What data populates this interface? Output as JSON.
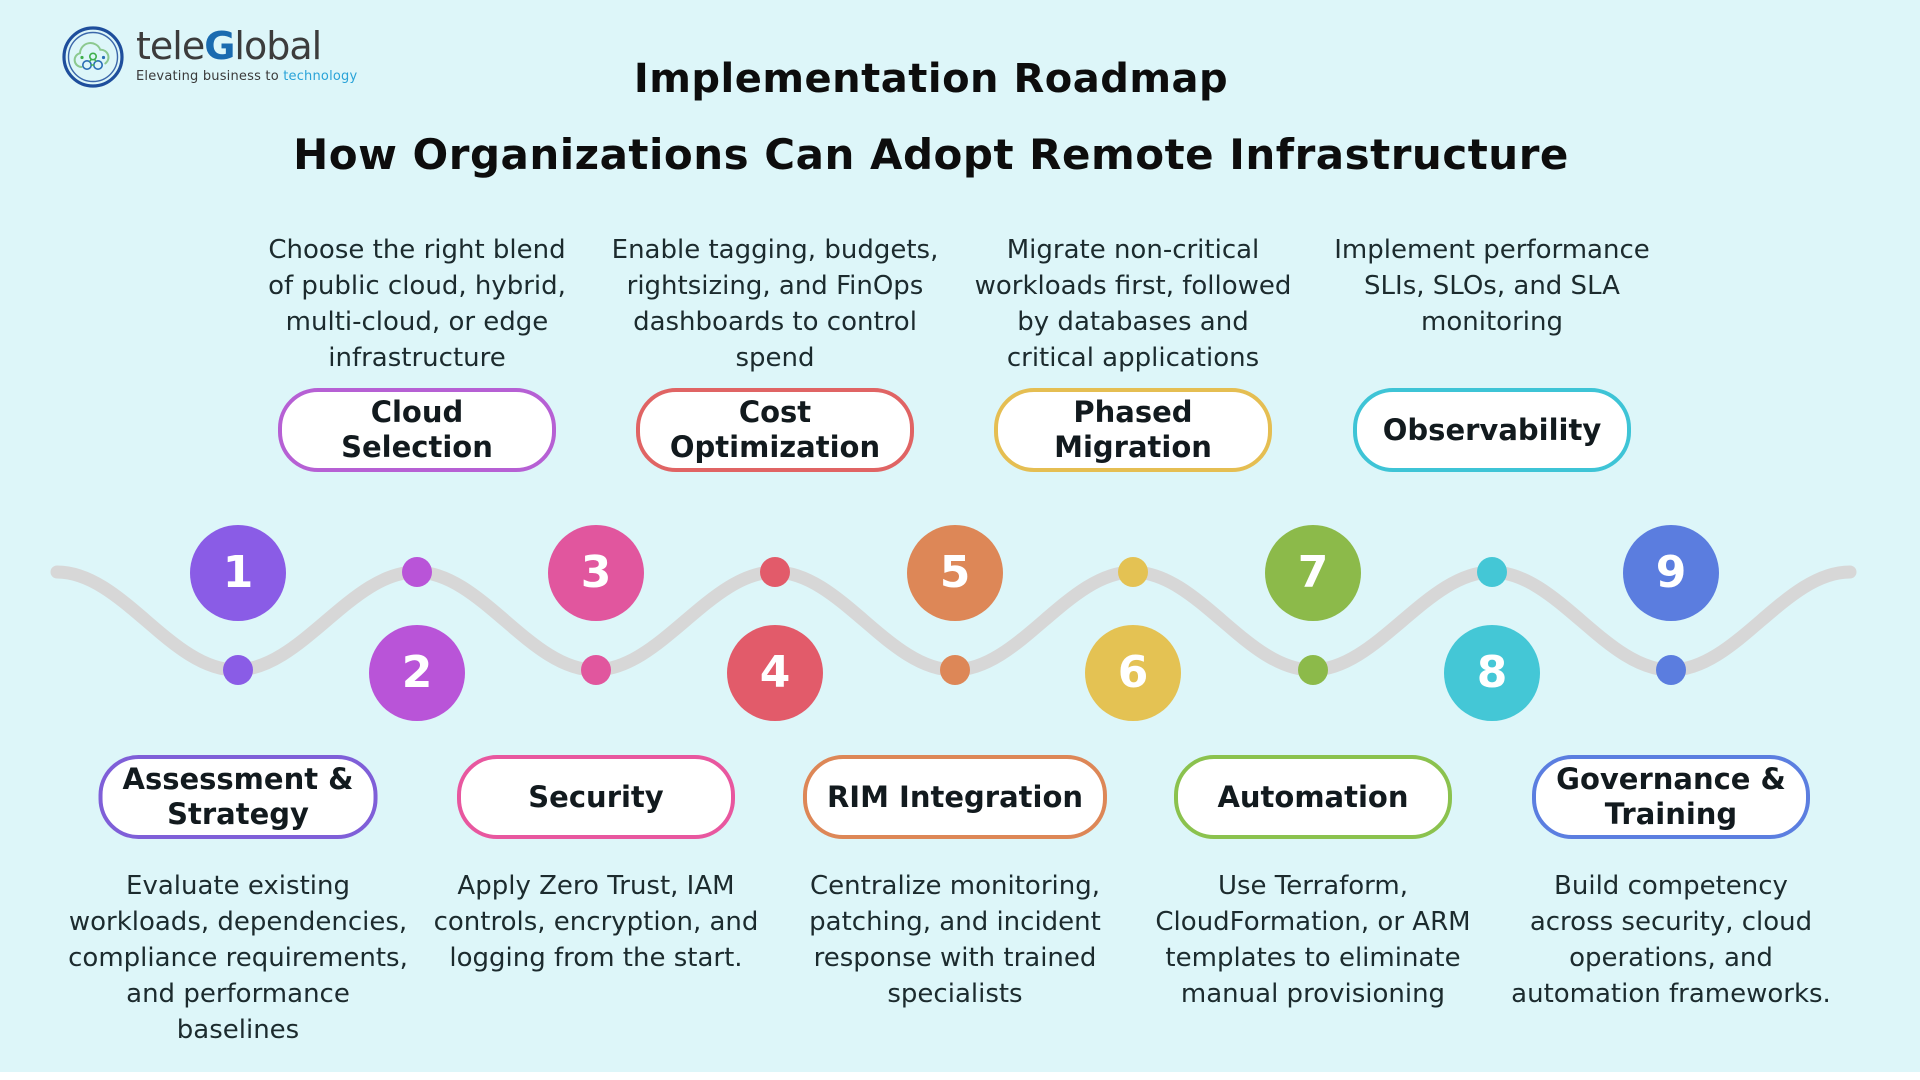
{
  "header": {
    "logo": {
      "brand": {
        "tele": "tele",
        "g": "G",
        "rest": "lobal"
      },
      "tagline": {
        "prefix": "Elevating business to ",
        "accent": "technology"
      },
      "colors": {
        "brand_text": "#3c3c3c",
        "brand_g": "#1a6bb0",
        "tagline_accent": "#29a3d8",
        "ring": "#1E4E9C",
        "cloud": "#8CC98F",
        "node_blue": "#2A6DB5",
        "node_green": "#3FAF4C"
      }
    },
    "title": "Implementation Roadmap",
    "subtitle": "How Organizations Can Adopt Remote Infrastructure"
  },
  "colors": {
    "background": "#DDF6F9",
    "wave": "#D7D7D7",
    "pill_fill": "#FFFFFF",
    "pill_text": "#121A1E",
    "description_text": "#1C2B2E",
    "title_text": "#0D0D0D"
  },
  "timeline": {
    "steps": [
      {
        "number": "1",
        "placement": "below",
        "label": "Assessment & Strategy",
        "label_lines": [
          "Assessment &",
          "Strategy"
        ],
        "description_lines": [
          "Evaluate existing",
          "workloads, dependencies,",
          "compliance requirements,",
          "and performance",
          "baselines"
        ],
        "circle_color": "#8A5CE6",
        "pill_border_color": "#7F5FD8"
      },
      {
        "number": "2",
        "placement": "above",
        "label": "Cloud Selection",
        "label_lines": [
          "Cloud",
          "Selection"
        ],
        "description_lines": [
          "Choose the right blend",
          "of public cloud, hybrid,",
          "multi-cloud, or edge",
          "infrastructure"
        ],
        "circle_color": "#B954D8",
        "pill_border_color": "#B660D4"
      },
      {
        "number": "3",
        "placement": "below",
        "label": "Security",
        "label_lines": [
          "Security"
        ],
        "description_lines": [
          "Apply Zero Trust, IAM",
          "controls, encryption, and",
          "logging from the start."
        ],
        "circle_color": "#E1569E",
        "pill_border_color": "#E8579F"
      },
      {
        "number": "4",
        "placement": "above",
        "label": "Cost Optimization",
        "label_lines": [
          "Cost",
          "Optimization"
        ],
        "description_lines": [
          "Enable tagging, budgets,",
          "rightsizing, and FinOps",
          "dashboards to control",
          "spend"
        ],
        "circle_color": "#E25B6A",
        "pill_border_color": "#E06464"
      },
      {
        "number": "5",
        "placement": "below",
        "label": "RIM Integration",
        "label_lines": [
          "RIM Integration"
        ],
        "description_lines": [
          "Centralize monitoring,",
          "patching, and incident",
          "response with trained",
          "specialists"
        ],
        "circle_color": "#DD8757",
        "pill_border_color": "#DD8757"
      },
      {
        "number": "6",
        "placement": "above",
        "label": "Phased Migration",
        "label_lines": [
          "Phased",
          "Migration"
        ],
        "description_lines": [
          "Migrate non-critical",
          "workloads first, followed",
          "by databases and",
          "critical applications"
        ],
        "circle_color": "#E4C253",
        "pill_border_color": "#E5BE52"
      },
      {
        "number": "7",
        "placement": "below",
        "label": "Automation",
        "label_lines": [
          "Automation"
        ],
        "description_lines": [
          "Use Terraform,",
          "CloudFormation, or ARM",
          "templates to eliminate",
          "manual provisioning"
        ],
        "circle_color": "#8CBA4A",
        "pill_border_color": "#8BC24E"
      },
      {
        "number": "8",
        "placement": "above",
        "label": "Observability",
        "label_lines": [
          "Observability"
        ],
        "description_lines": [
          "Implement performance",
          "SLIs, SLOs, and SLA",
          "monitoring"
        ],
        "circle_color": "#44C7D6",
        "pill_border_color": "#3EC4D6"
      },
      {
        "number": "9",
        "placement": "below",
        "label": "Governance & Training",
        "label_lines": [
          "Governance &",
          "Training"
        ],
        "description_lines": [
          "Build competency",
          "across security, cloud",
          "operations, and",
          "automation frameworks."
        ],
        "circle_color": "#5B7DDF",
        "pill_border_color": "#5B7EE0"
      }
    ]
  }
}
